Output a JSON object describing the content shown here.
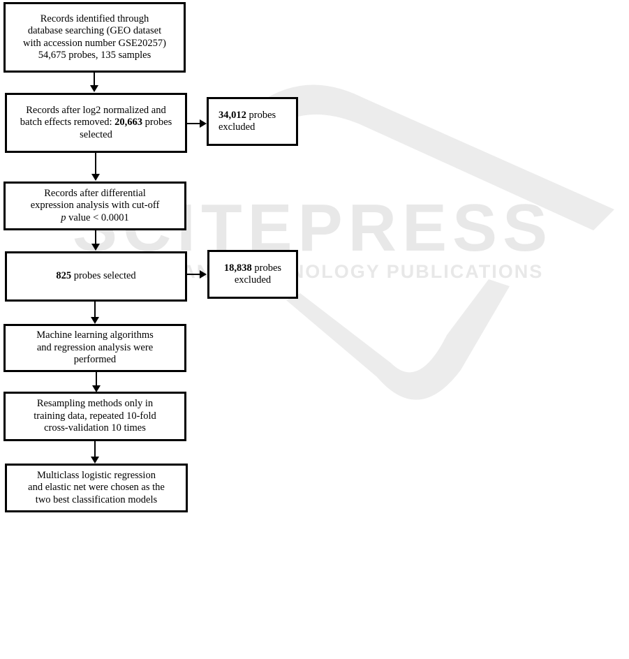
{
  "watermark": {
    "title": "SCITEPRESS",
    "subtitle": "SCIENCE AND TECHNOLOGY PUBLICATIONS"
  },
  "steps": [
    {
      "lines": [
        "Records identified through",
        "database searching (GEO dataset",
        "with accession number GSE20257)",
        "54,675 probes, 135 samples"
      ]
    },
    {
      "pre": "Records after log2 normalized and batch effects removed: ",
      "bold": "20,663",
      "post": " probes selected"
    },
    {
      "lines": [
        "Records after differential",
        "expression analysis with cut-off"
      ],
      "italic": "p",
      "tail": " value < 0.0001"
    },
    {
      "bold": "825",
      "post": " probes selected"
    },
    {
      "lines": [
        "Machine learning algorithms",
        "and regression analysis were",
        "performed"
      ]
    },
    {
      "lines": [
        "Resampling methods only in",
        "training data, repeated 10-fold",
        "cross-validation 10 times"
      ]
    },
    {
      "lines": [
        "Multiclass logistic regression",
        "and elastic net were chosen as the",
        "two best classification models"
      ]
    }
  ],
  "exclusions": [
    {
      "bold": "34,012",
      "post": " probes",
      "line2": "excluded"
    },
    {
      "bold": "18,838",
      "post": " probes",
      "line2": "excluded"
    }
  ]
}
